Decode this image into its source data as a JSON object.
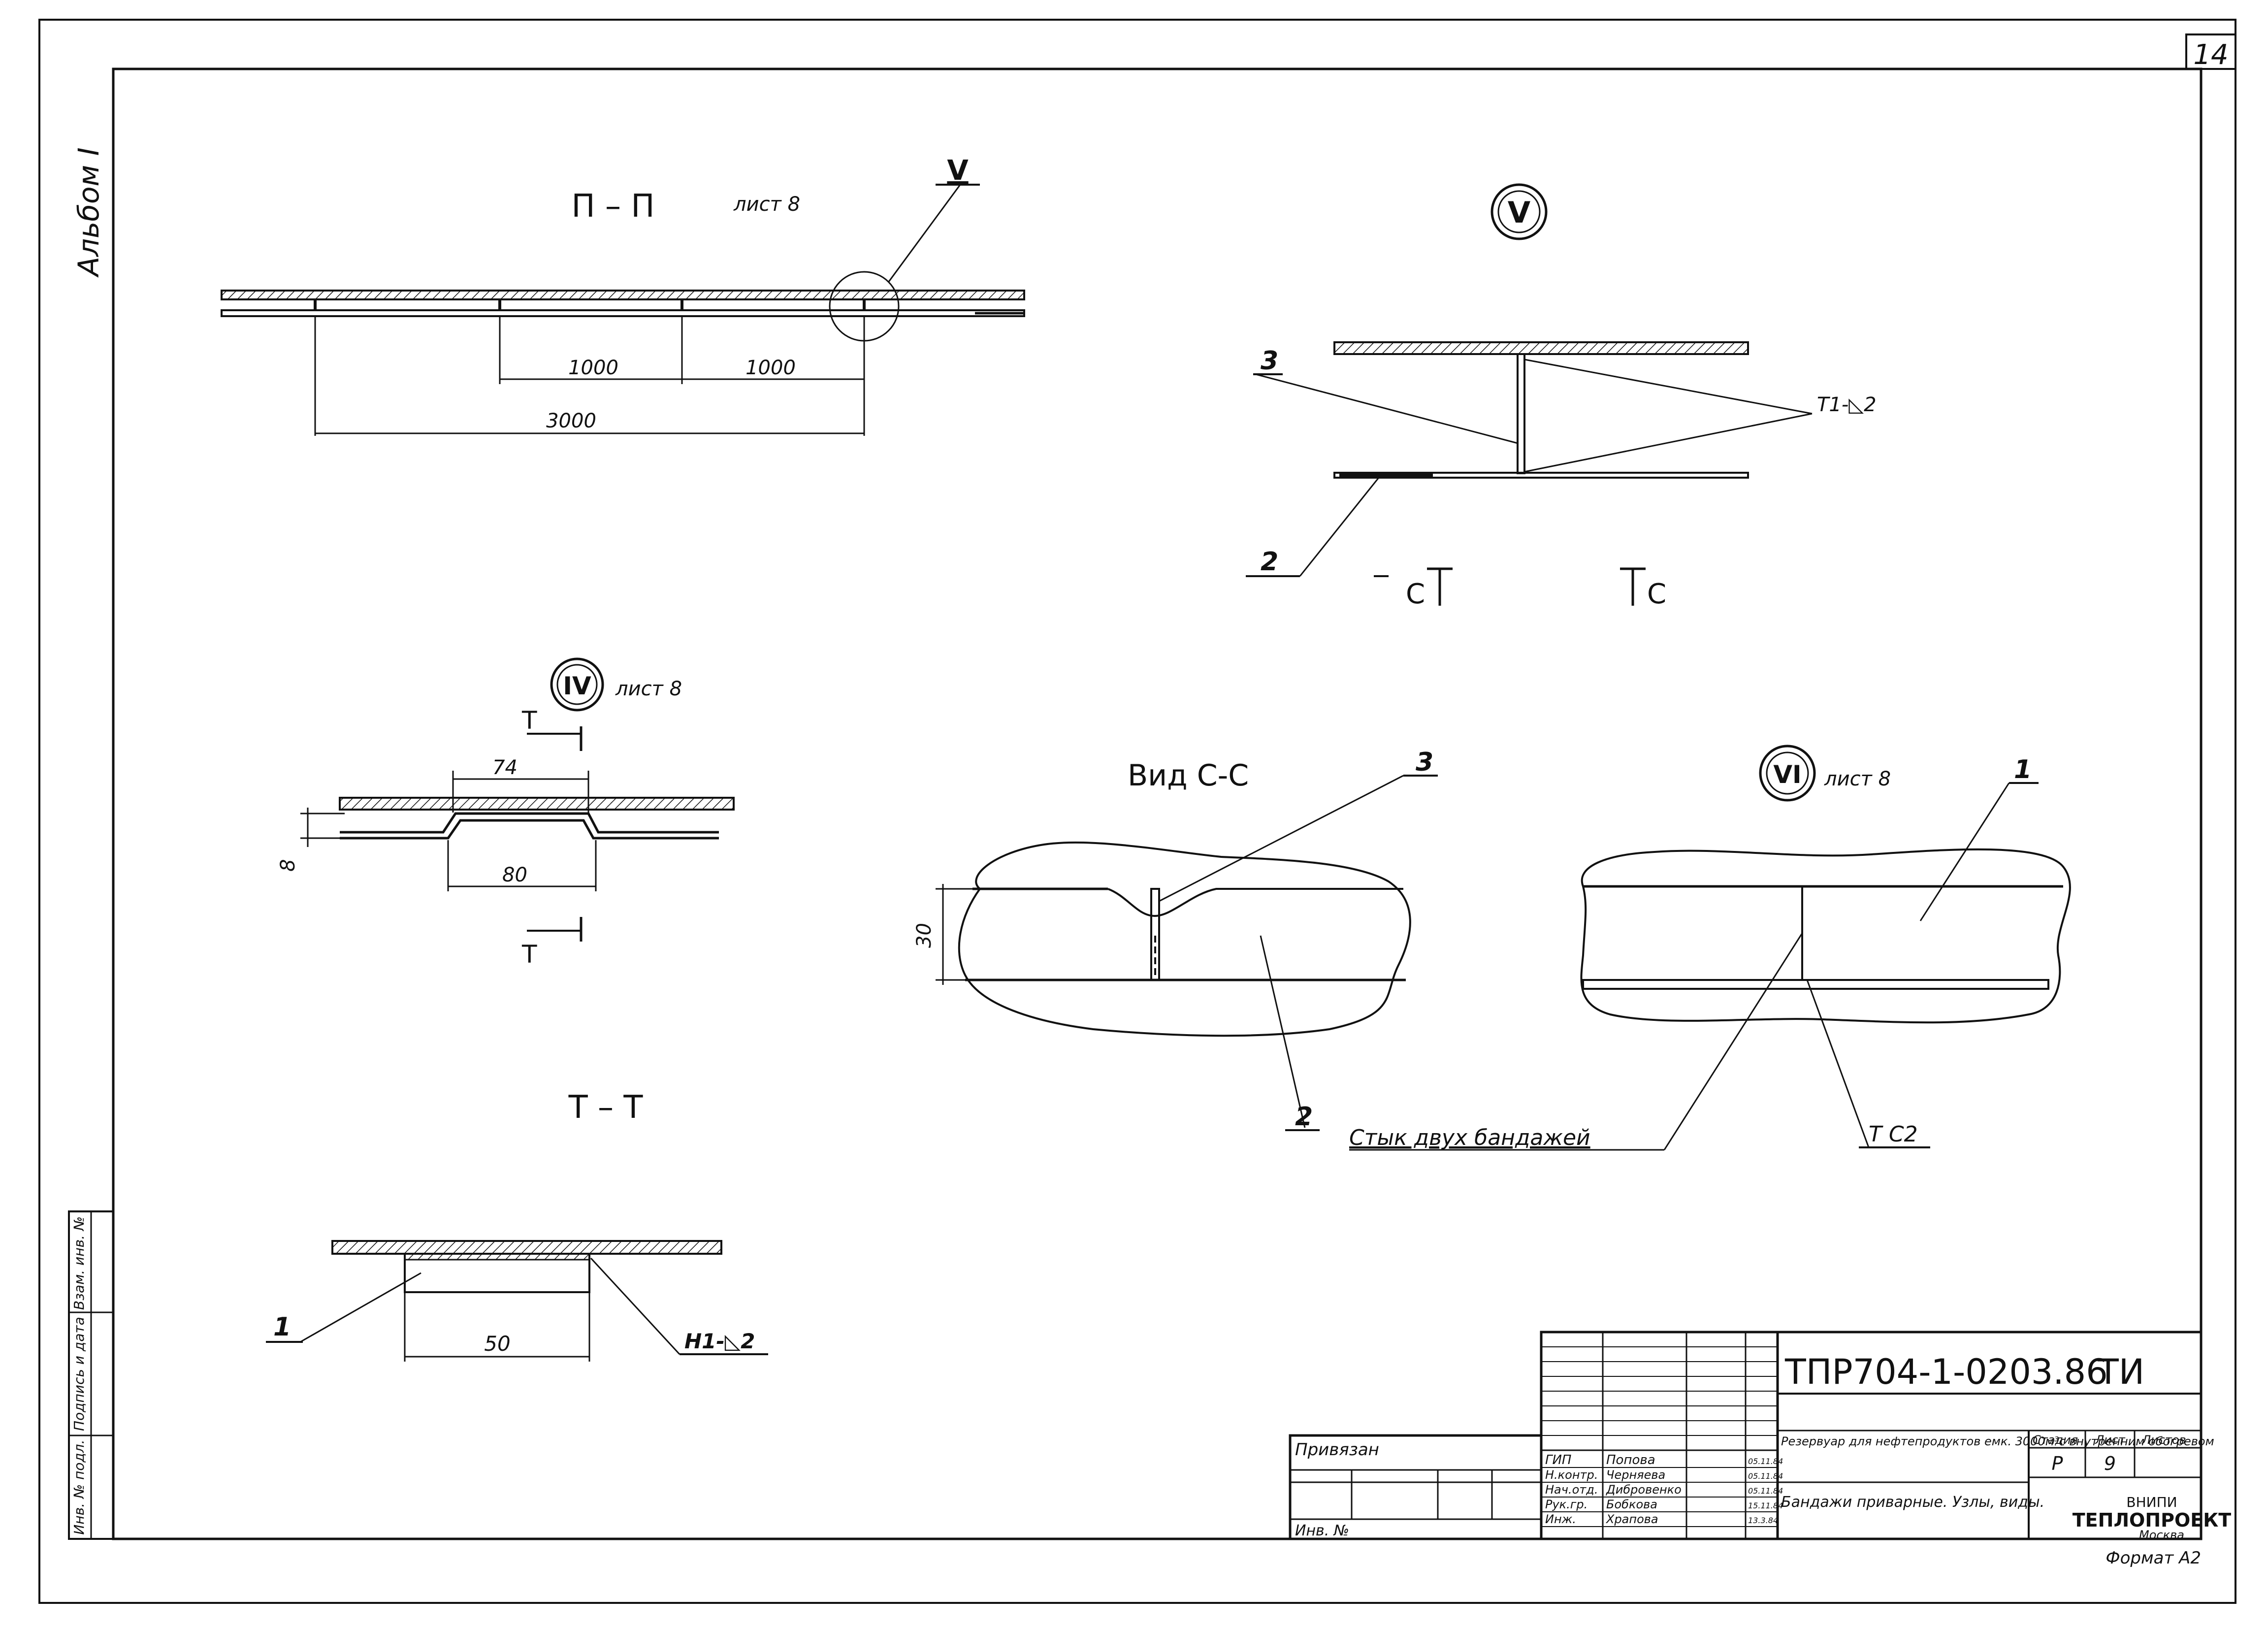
{
  "page": {
    "sheet_number": "14",
    "album": "Альбом I",
    "format": "Формат А2"
  },
  "views": {
    "pp": {
      "title": "П – П",
      "ref": "лист 8",
      "node_mark": "V",
      "dim_1000_a": "1000",
      "dim_1000_b": "1000",
      "dim_3000": "3000"
    },
    "node_v": {
      "circle_label": "V",
      "callout_3": "3",
      "callout_2": "2",
      "weld": "Т1-◺2",
      "section_left": "С",
      "section_right": "С"
    },
    "node_iv": {
      "circle_label": "IV",
      "ref": "лист 8",
      "dim_74": "74",
      "dim_80": "80",
      "dim_8": "8",
      "section_top": "Т",
      "section_bottom": "Т"
    },
    "view_cc": {
      "title": "Вид С-С",
      "callout_3": "3",
      "callout_2": "2",
      "dim_30": "30",
      "note": "Стык двух бандажей"
    },
    "node_vi": {
      "circle_label": "VI",
      "ref": "лист 8",
      "callout_1": "1",
      "weld": "Т С2"
    },
    "tt": {
      "title": "Т – Т",
      "callout_1": "1",
      "dim_50": "50",
      "weld": "Н1-◺2"
    }
  },
  "side_stamp": {
    "inv_podl": "Инв. № подл.",
    "signature_date": "Подпись и дата",
    "vzam_inv": "Взам. инв. №"
  },
  "title_block": {
    "doc_code": "ТПР704-1-0203.86",
    "doc_type": "ТИ",
    "bound_label": "Привязан",
    "inv_label": "Инв. №",
    "object_title": "Резервуар для нефтепродуктов емк. 3000м³с внутренним обогревом",
    "sheet_title": "Бандажи приварные. Узлы, виды.",
    "stage_label": "Стадия",
    "sheet_label": "Лист",
    "sheets_label": "Листов",
    "stage_value": "Р",
    "sheet_value": "9",
    "sheets_value": "",
    "org_line1": "ВНИПИ",
    "org_line2": "ТЕПЛОПРОЕКТ",
    "org_line3": "Москва",
    "roles": [
      {
        "role": "ГИП",
        "name": "Попова",
        "date": "05.11.84"
      },
      {
        "role": "Н.контр.",
        "name": "Черняева",
        "date": "05.11.84"
      },
      {
        "role": "Нач.отд.",
        "name": "Дибровенко",
        "date": "05.11.84"
      },
      {
        "role": "Рук.гр.",
        "name": "Бобкова",
        "date": "15.11.84"
      },
      {
        "role": "Инж.",
        "name": "Храпова",
        "date": "13.3.84"
      }
    ]
  }
}
